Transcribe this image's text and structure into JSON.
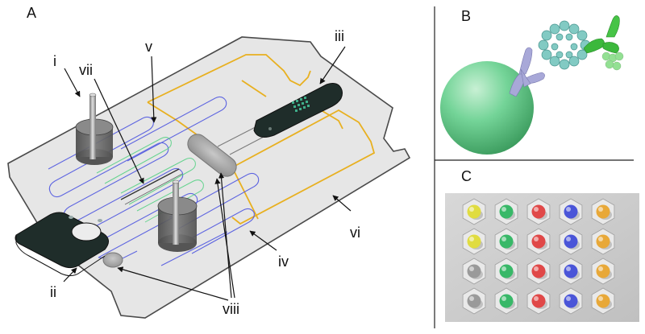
{
  "panels": {
    "a": "A",
    "b": "B",
    "c": "C"
  },
  "callouts": {
    "i": "i",
    "ii": "ii",
    "iii": "iii",
    "iv": "iv",
    "v": "v",
    "vi": "vi",
    "vii": "vii",
    "viii": "viii"
  },
  "colors": {
    "chip_plate": "#e6e6e6",
    "gold_electrode": "#e8b020",
    "channel_blue": "#5058e0",
    "channel_green": "#50d080",
    "reservoir": "#6e6e6e",
    "connector": "#1f2d2a",
    "bead": "#6cce8c",
    "antibody": "#a8a8d8",
    "protein": "#7cc8c0",
    "reporter": "#3cb83c",
    "well_plate": "#c8c8c8"
  },
  "bead_grid": {
    "rows": [
      [
        "yellow",
        "green",
        "red",
        "blue",
        "orange"
      ],
      [
        "yellow",
        "green",
        "red",
        "blue",
        "orange"
      ],
      [
        "gray",
        "green",
        "red",
        "blue",
        "orange"
      ],
      [
        "gray",
        "green",
        "red",
        "blue",
        "orange"
      ]
    ],
    "palette": {
      "yellow": "#e0dc40",
      "green": "#38b868",
      "red": "#e04848",
      "blue": "#4a55d8",
      "orange": "#e8a838",
      "gray": "#9a9a9a"
    }
  }
}
